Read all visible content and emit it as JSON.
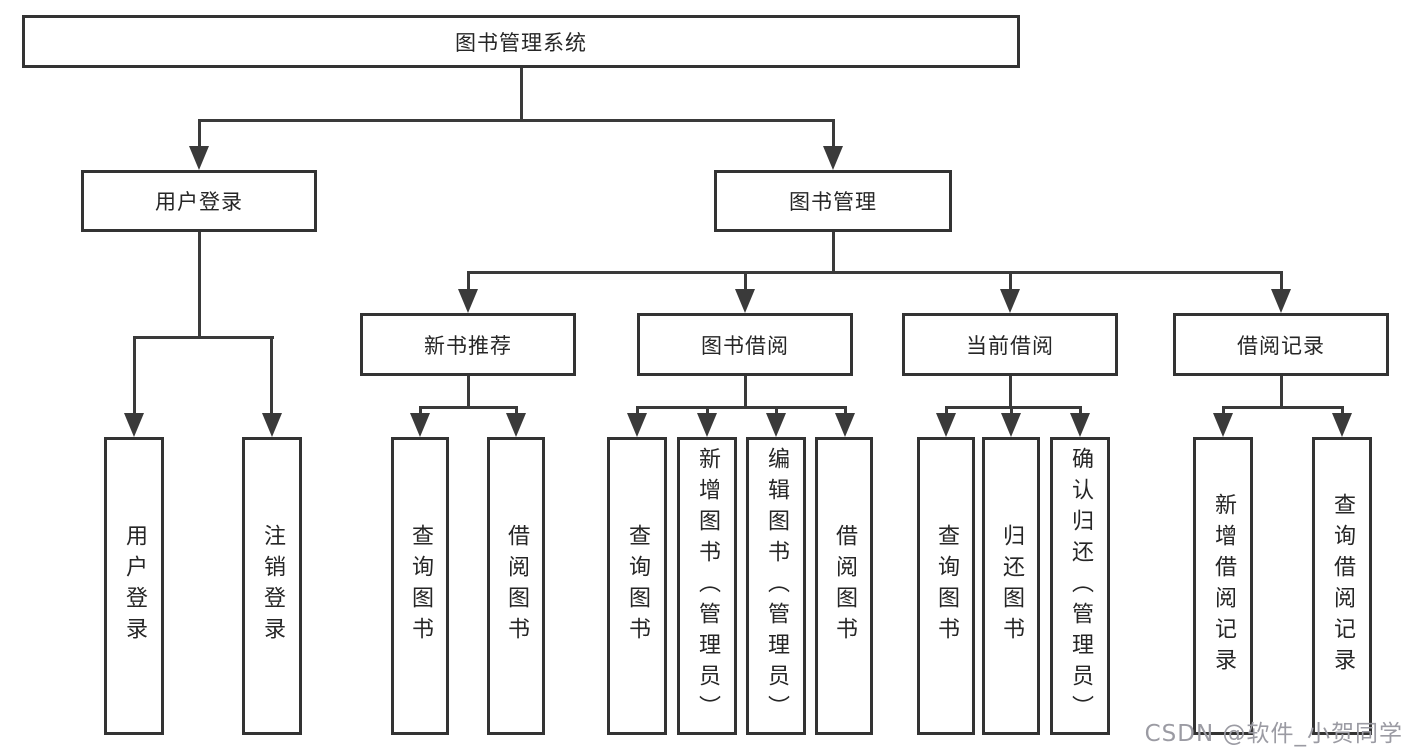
{
  "diagram": {
    "root": {
      "label": "图书管理系统"
    },
    "level2": [
      {
        "label": "用户登录",
        "children": [
          {
            "label": "用户登录"
          },
          {
            "label": "注销登录"
          }
        ]
      },
      {
        "label": "图书管理",
        "children": [
          {
            "label": "新书推荐",
            "children": [
              {
                "label": "查询图书"
              },
              {
                "label": "借阅图书"
              }
            ]
          },
          {
            "label": "图书借阅",
            "children": [
              {
                "label": "查询图书"
              },
              {
                "label": "新增图书（管理员）"
              },
              {
                "label": "编辑图书（管理员）"
              },
              {
                "label": "借阅图书"
              }
            ]
          },
          {
            "label": "当前借阅",
            "children": [
              {
                "label": "查询图书"
              },
              {
                "label": "归还图书"
              },
              {
                "label": "确认归还（管理员）"
              }
            ]
          },
          {
            "label": "借阅记录",
            "children": [
              {
                "label": "新增借阅记录"
              },
              {
                "label": "查询借阅记录"
              }
            ]
          }
        ]
      }
    ]
  },
  "watermark": {
    "text": "CSDN @软件_小贺同学"
  },
  "colors": {
    "line": "#3a3a3a",
    "border": "#333333",
    "text": "#262626",
    "watermark": "#9b9ba3",
    "background": "#ffffff"
  }
}
